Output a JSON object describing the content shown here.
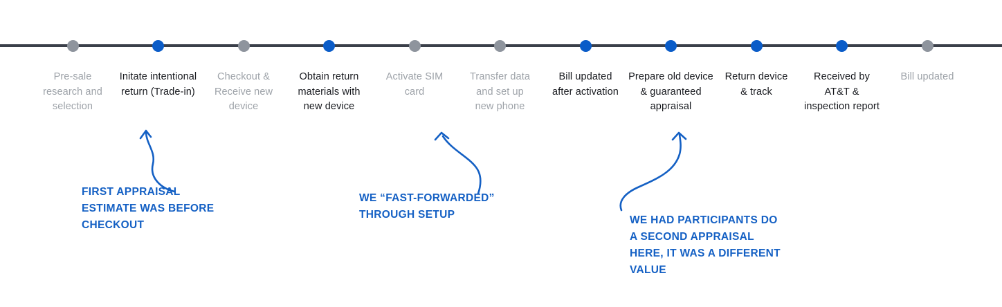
{
  "colors": {
    "background": "#ffffff",
    "track": "#3a3f49",
    "dot_active": "#0a5cc8",
    "dot_inactive": "#8e949d",
    "label_active": "#17191e",
    "label_inactive": "#9da2a8",
    "annotation": "#1460c4"
  },
  "timeline": {
    "milestones": [
      {
        "label": "Pre-sale\nresearch and\nselection",
        "state": "inactive"
      },
      {
        "label": "Initate intentional\nreturn (Trade-in)",
        "state": "active"
      },
      {
        "label": "Checkout &\nReceive new\ndevice",
        "state": "inactive"
      },
      {
        "label": "Obtain return\nmaterials with\nnew device",
        "state": "active"
      },
      {
        "label": "Activate SIM\ncard",
        "state": "inactive"
      },
      {
        "label": "Transfer data\nand set up\nnew phone",
        "state": "inactive"
      },
      {
        "label": "Bill updated\nafter activation",
        "state": "active"
      },
      {
        "label": "Prepare old device\n& guaranteed\nappraisal",
        "state": "active"
      },
      {
        "label": "Return device\n& track",
        "state": "active"
      },
      {
        "label": "Received by\nAT&T &\ninspection report",
        "state": "active"
      },
      {
        "label": "Bill updated",
        "state": "inactive"
      }
    ]
  },
  "annotations": [
    {
      "text": "FIRST APPRAISAL\nESTIMATE WAS BEFORE\nCHECKOUT"
    },
    {
      "text": "WE “FAST-FORWARDED”\nTHROUGH SETUP"
    },
    {
      "text": "WE HAD PARTICIPANTS DO\nA SECOND  APPRAISAL\nHERE, IT WAS A DIFFERENT\nVALUE"
    }
  ]
}
